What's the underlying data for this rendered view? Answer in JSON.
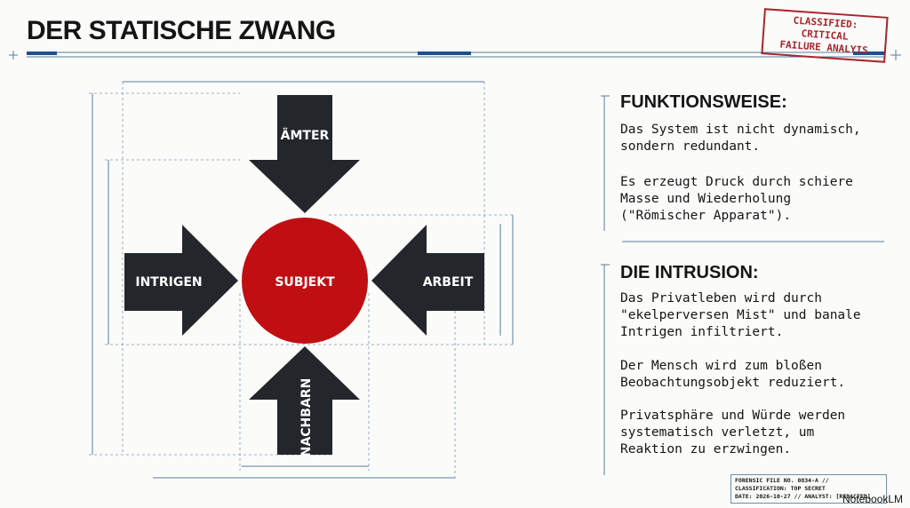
{
  "header": {
    "title": "DER STATISCHE ZWANG",
    "stamp_line1": "CLASSIFIED: CRITICAL",
    "stamp_line2": "FAILURE ANALYIS"
  },
  "diagram": {
    "center": "SUBJEKT",
    "top": "ÄMTER",
    "left": "INTRIGEN",
    "right": "ARBEIT",
    "bottom": "NACHBARN",
    "colors": {
      "arrow": "#23272c",
      "center": "#c00f12"
    }
  },
  "sections": [
    {
      "heading": "FUNKTIONSWEISE:",
      "paragraphs": [
        "Das System ist nicht dynamisch,\nsondern redundant.",
        "Es erzeugt Druck durch schiere\nMasse und Wiederholung\n(\"Römischer Apparat\")."
      ]
    },
    {
      "heading": "DIE INTRUSION:",
      "paragraphs": [
        "Das Privatleben wird durch\n\"ekelperversen Mist\" und banale\nIntrigen infiltriert.",
        "Der Mensch wird zum bloßen\nBeobachtungsobjekt reduziert.",
        "Privatsphäre und Würde werden\nsystematisch verletzt, um\nReaktion zu erzwingen."
      ]
    }
  ],
  "footer": {
    "line1": "FORENSIC FILE NO. 0834-A // CLASSIFICATION: TOP SECRET",
    "line2": "DATE: 2026-10-27 // ANALYST: [REDACTED]",
    "brand": "NotebookLM"
  }
}
